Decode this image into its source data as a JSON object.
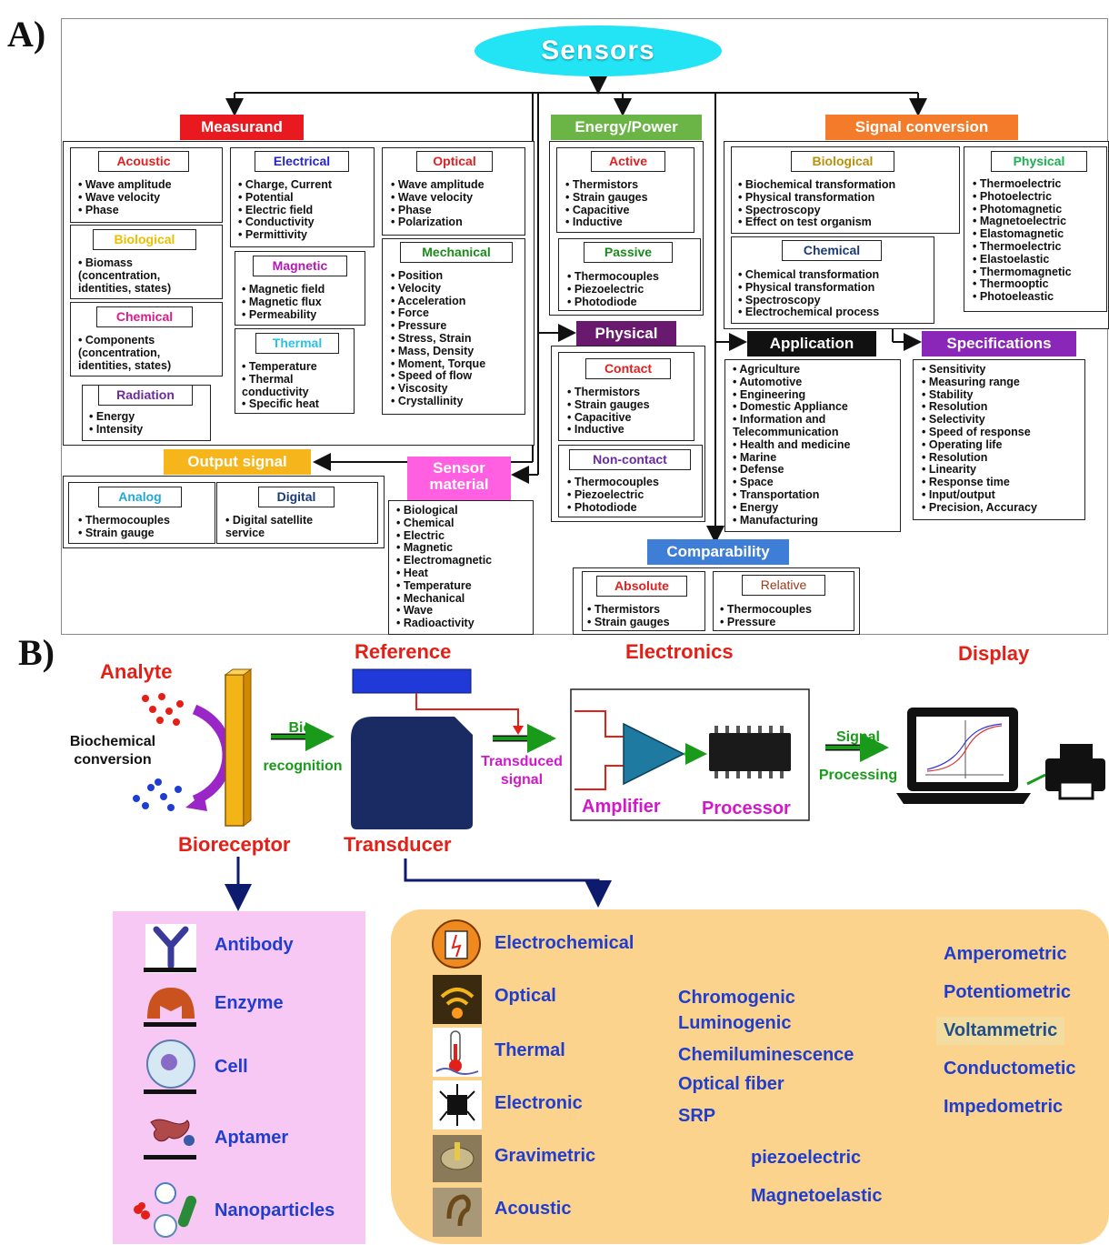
{
  "panel_a": {
    "letter": "A)",
    "root": "Sensors",
    "measurand": {
      "label": "Measurand",
      "groups": [
        {
          "title": "Acoustic",
          "items": [
            "Wave amplitude",
            "Wave velocity",
            "Phase"
          ]
        },
        {
          "title": "Electrical",
          "items": [
            "Charge, Current",
            "Potential",
            "Electric field",
            "Conductivity",
            "Permittivity"
          ]
        },
        {
          "title": "Optical",
          "items": [
            "Wave amplitude",
            "Wave velocity",
            "Phase",
            "Polarization"
          ]
        },
        {
          "title": "Biological",
          "items": [
            "Biomass (concentration, identities, states)"
          ]
        },
        {
          "title": "Magnetic",
          "items": [
            "Magnetic field",
            "Magnetic flux",
            "Permeability"
          ]
        },
        {
          "title": "Mechanical",
          "items": [
            "Position",
            "Velocity",
            "Acceleration",
            "Force",
            "Pressure",
            "Stress, Strain",
            "Mass, Density",
            "Moment, Torque",
            "Speed of flow",
            "Viscosity",
            "Crystallinity"
          ]
        },
        {
          "title": "Chemical",
          "items": [
            "Components (concentration, identities, states)"
          ]
        },
        {
          "title": "Thermal",
          "items": [
            "Temperature",
            "Thermal conductivity",
            "Specific heat"
          ]
        },
        {
          "title": "Radiation",
          "items": [
            "Energy",
            "Intensity"
          ]
        }
      ]
    },
    "energy": {
      "label": "Energy/Power",
      "groups": [
        {
          "title": "Active",
          "items": [
            "Thermistors",
            "Strain gauges",
            "Capacitive",
            "Inductive"
          ]
        },
        {
          "title": "Passive",
          "items": [
            "Thermocouples",
            "Piezoelectric",
            "Photodiode"
          ]
        }
      ]
    },
    "physical": {
      "label": "Physical",
      "groups": [
        {
          "title": "Contact",
          "items": [
            "Thermistors",
            "Strain gauges",
            "Capacitive",
            "Inductive"
          ]
        },
        {
          "title": "Non-contact",
          "items": [
            "Thermocouples",
            "Piezoelectric",
            "Photodiode"
          ]
        }
      ]
    },
    "signal_conversion": {
      "label": "Signal conversion",
      "groups": [
        {
          "title": "Biological",
          "items": [
            "Biochemical transformation",
            "Physical transformation",
            "Spectroscopy",
            "Effect on test organism"
          ]
        },
        {
          "title": "Physical",
          "items": [
            "Thermoelectric",
            "Photoelectric",
            "Photomagnetic",
            "Magnetoelectric",
            "Elastomagnetic",
            "Thermoelectric",
            "Elastoelastic",
            "Thermomagnetic",
            "Thermooptic",
            "Photoeleastic"
          ]
        },
        {
          "title": "Chemical",
          "items": [
            "Chemical transformation",
            "Physical transformation",
            "Spectroscopy",
            "Electrochemical process"
          ]
        }
      ]
    },
    "application": {
      "label": "Application",
      "items": [
        "Agriculture",
        "Automotive",
        "Engineering",
        "Domestic Appliance",
        "Information and Telecommunication",
        "Health and medicine",
        "Marine",
        "Defense",
        "Space",
        "Transportation",
        "Energy",
        "Manufacturing"
      ]
    },
    "specifications": {
      "label": "Specifications",
      "items": [
        "Sensitivity",
        "Measuring range",
        "Stability",
        "Resolution",
        "Selectivity",
        "Speed of response",
        "Operating life",
        "Resolution",
        "Linearity",
        "Response time",
        "Input/output",
        "Precision, Accuracy"
      ]
    },
    "output_signal": {
      "label": "Output signal",
      "groups": [
        {
          "title": "Analog",
          "items": [
            "Thermocouples",
            "Strain gauge"
          ]
        },
        {
          "title": "Digital",
          "items": [
            "Digital satellite service"
          ]
        }
      ]
    },
    "sensor_material": {
      "label": "Sensor material",
      "items": [
        "Biological",
        "Chemical",
        "Electric",
        "Magnetic",
        "Electromagnetic",
        "Heat",
        "Temperature",
        "Mechanical",
        "Wave",
        "Radioactivity"
      ]
    },
    "comparability": {
      "label": "Comparability",
      "groups": [
        {
          "title": "Absolute",
          "items": [
            "Thermistors",
            "Strain gauges"
          ]
        },
        {
          "title": "Relative",
          "items": [
            "Thermocouples",
            "Pressure"
          ]
        }
      ]
    }
  },
  "panel_b": {
    "letter": "B)",
    "analyte": "Analyte",
    "biochemical_conversion": "Biochemical conversion",
    "bio_recognition": "Bio-recognition",
    "bioreceptor": "Bioreceptor",
    "reference": "Reference",
    "transducer": "Transducer",
    "transduced_signal": "Transduced signal",
    "electronics": "Electronics",
    "amplifier": "Amplifier",
    "processor": "Processor",
    "signal_processing": "Signal Processing",
    "display": "Display",
    "bioreceptors": [
      "Antibody",
      "Enzyme",
      "Cell",
      "Aptamer",
      "Nanoparticles"
    ],
    "transducers": [
      "Electrochemical",
      "Optical",
      "Thermal",
      "Electronic",
      "Gravimetric",
      "Acoustic"
    ],
    "optical_types": [
      "Chromogenic",
      "Luminogenic",
      "Chemiluminescence",
      "Optical fiber",
      "SRP"
    ],
    "electrochemical_types": [
      "Amperometric",
      "Potentiometric",
      "Voltammetric",
      "Conductometic",
      "Impedometric"
    ],
    "gravimetric_types": [
      "piezoelectric",
      "Magnetoelastic"
    ],
    "colors": {
      "measurand": "#e8191f",
      "energy": "#6bb446",
      "physical": "#6a1a6e",
      "signal": "#f47b2a",
      "application": "#111111",
      "specifications": "#8a27b8",
      "output": "#f5b51b",
      "material": "#ff5fe0",
      "comparability": "#3f7ed6",
      "pink_panel": "#f8c8f4",
      "orange_panel": "#fbd38d"
    }
  }
}
